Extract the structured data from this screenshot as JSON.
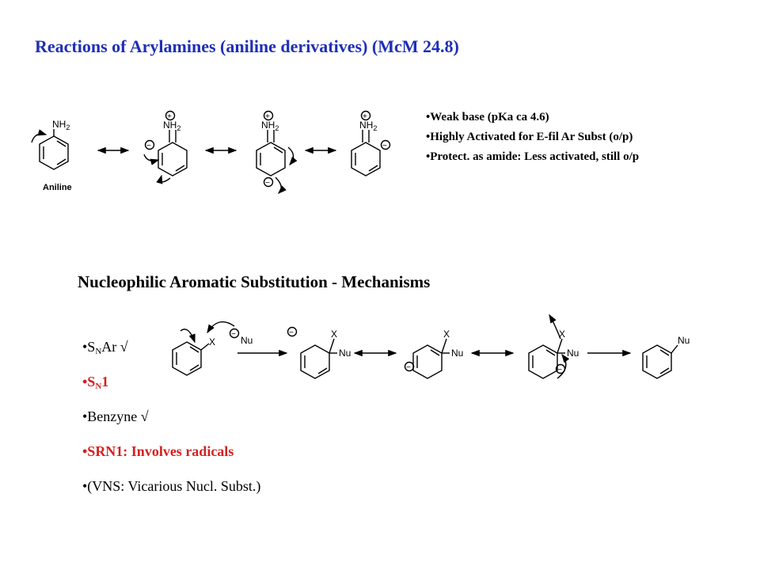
{
  "title": "Reactions of Arylamines (aniline derivatives) (McM 24.8)",
  "aniline": {
    "label": "Aniline",
    "nh2": "NH",
    "nh2_sub": "2",
    "plus": "+",
    "minus": "−"
  },
  "properties": [
    "•Weak base (pKa ca 4.6)",
    "•Highly Activated for E-fil Ar Subst (o/p)",
    "•Protect. as amide: Less activated, still o/p"
  ],
  "subtitle": "Nucleophilic Aromatic Substitution - Mechanisms",
  "mechanisms": {
    "snar_pre": "•S",
    "snar_sub": "N",
    "snar_post": "Ar √",
    "sn1_pre": "•S",
    "sn1_sub": "N",
    "sn1_post": "1",
    "benzyne": "•Benzyne  √",
    "srn1": "•SRN1: Involves radicals",
    "vns": "•(VNS: Vicarious Nucl. Subst.)"
  },
  "scheme": {
    "x": "X",
    "nu": "Nu",
    "minus": "−"
  }
}
